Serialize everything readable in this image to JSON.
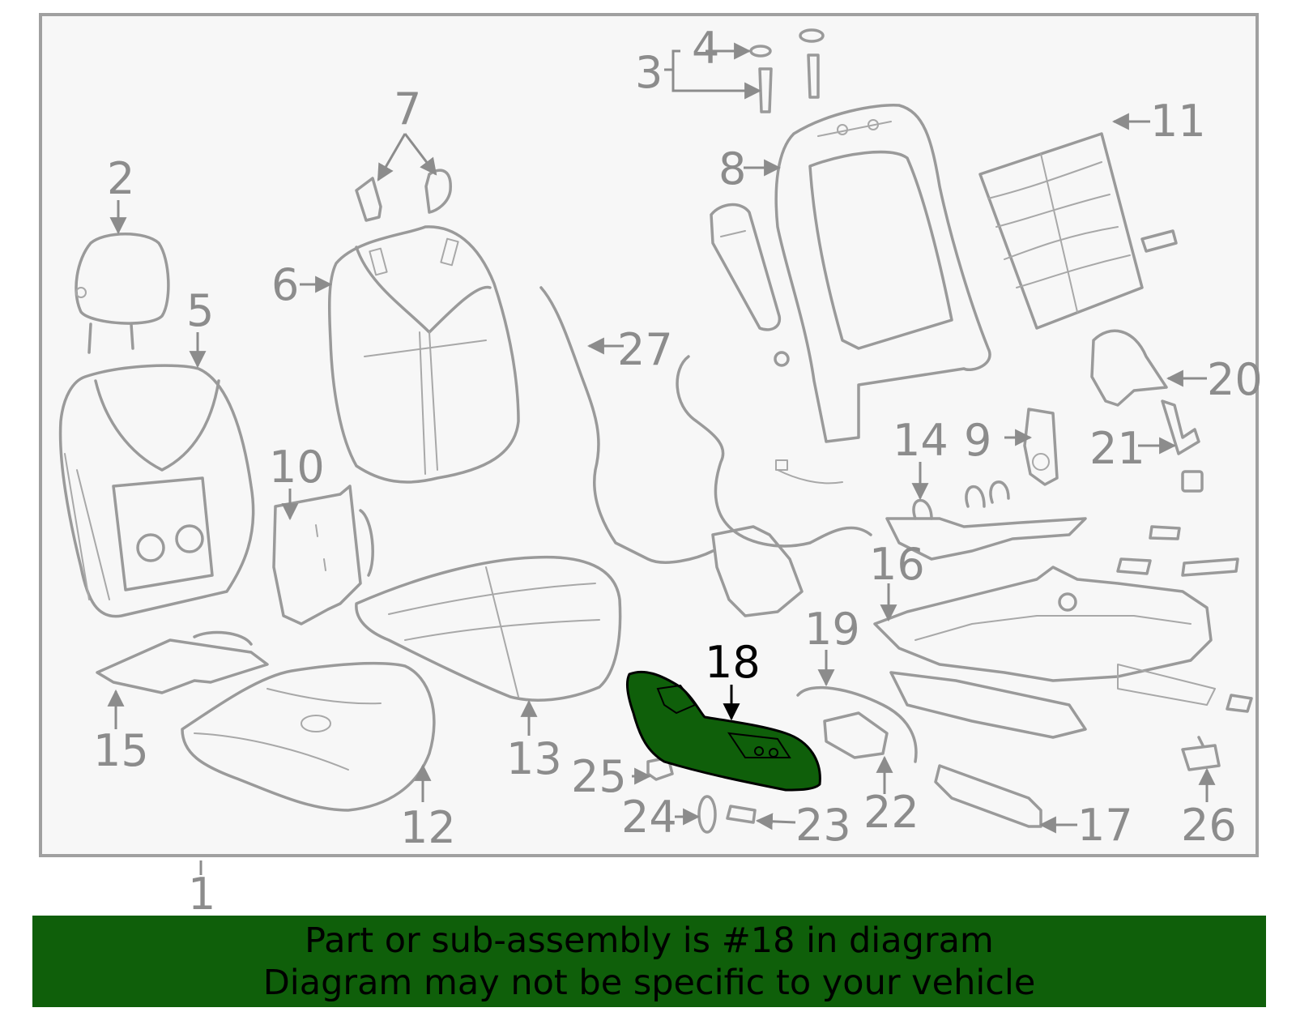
{
  "diagram": {
    "highlighted_part": "18",
    "colors": {
      "highlight_fill": "#0f5f0a",
      "banner_bg": "#0f5f0a",
      "frame_bg": "#f7f7f7",
      "frame_stroke": "#a0a0a0",
      "line_gray": "#9a9a9a",
      "label_gray": "#8c8c8c"
    },
    "callouts": [
      "1",
      "2",
      "3",
      "4",
      "5",
      "6",
      "7",
      "8",
      "9",
      "10",
      "11",
      "12",
      "13",
      "14",
      "15",
      "16",
      "17",
      "18",
      "19",
      "20",
      "21",
      "22",
      "23",
      "24",
      "25",
      "26",
      "27"
    ]
  },
  "banner": {
    "line1": "Part or sub-assembly is #18 in diagram",
    "line2": "Diagram may not be specific to your vehicle"
  }
}
